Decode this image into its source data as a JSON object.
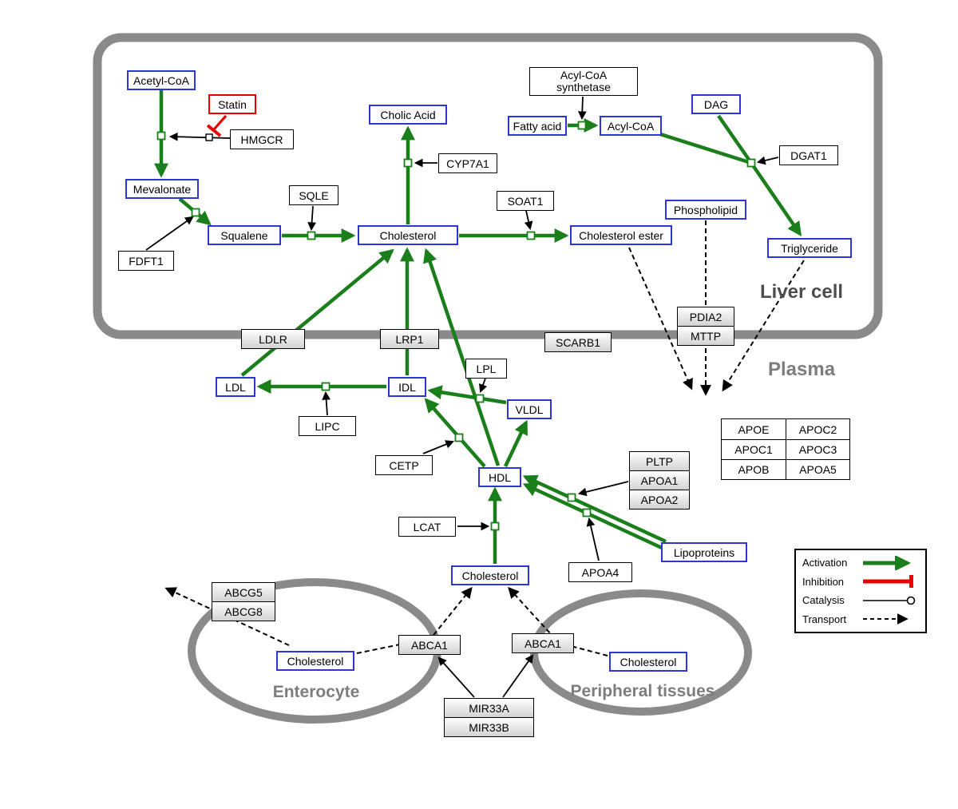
{
  "colors": {
    "activation": "#1a7f1a",
    "inhibition": "#ea0000",
    "metabolite_border": "#2d35d4",
    "membrane": "#8a8a8a"
  },
  "regions": {
    "liver": "Liver cell",
    "plasma": "Plasma",
    "enterocyte": "Enterocyte",
    "peripheral": "Peripheral tissues"
  },
  "nodes": {
    "acetyl_coa": {
      "label": "Acetyl-CoA"
    },
    "statin": {
      "label": "Statin"
    },
    "hmgcr": {
      "label": "HMGCR"
    },
    "mevalonate": {
      "label": "Mevalonate"
    },
    "fdft1": {
      "label": "FDFT1"
    },
    "squalene": {
      "label": "Squalene"
    },
    "sqle": {
      "label": "SQLE"
    },
    "cholesterol_liver": {
      "label": "Cholesterol"
    },
    "cholic_acid": {
      "label": "Cholic Acid"
    },
    "cyp7a1": {
      "label": "CYP7A1"
    },
    "soat1": {
      "label": "SOAT1"
    },
    "cholesterol_ester": {
      "label": "Cholesterol ester"
    },
    "fatty_acid": {
      "label": "Fatty acid"
    },
    "acyl_coa_synthetase": {
      "line1": "Acyl-CoA",
      "line2": "synthetase"
    },
    "acyl_coa": {
      "label": "Acyl-CoA"
    },
    "dag": {
      "label": "DAG"
    },
    "dgat1": {
      "label": "DGAT1"
    },
    "phospholipid": {
      "label": "Phospholipid"
    },
    "triglyceride": {
      "label": "Triglyceride"
    },
    "pdia2": {
      "label": "PDIA2"
    },
    "mttp": {
      "label": "MTTP"
    },
    "ldlr": {
      "label": "LDLR"
    },
    "lrp1": {
      "label": "LRP1"
    },
    "scarb1": {
      "label": "SCARB1"
    },
    "ldl": {
      "label": "LDL"
    },
    "idl": {
      "label": "IDL"
    },
    "lipc": {
      "label": "LIPC"
    },
    "lpl": {
      "label": "LPL"
    },
    "vldl": {
      "label": "VLDL"
    },
    "cetp": {
      "label": "CETP"
    },
    "hdl": {
      "label": "HDL"
    },
    "lcat": {
      "label": "LCAT"
    },
    "pltp": {
      "label": "PLTP"
    },
    "apoa1": {
      "label": "APOA1"
    },
    "apoa2": {
      "label": "APOA2"
    },
    "apoa4": {
      "label": "APOA4"
    },
    "lipoproteins": {
      "label": "Lipoproteins"
    },
    "cholesterol_plasma": {
      "label": "Cholesterol"
    },
    "abcg5": {
      "label": "ABCG5"
    },
    "abcg8": {
      "label": "ABCG8"
    },
    "cholesterol_enterocyte": {
      "label": "Cholesterol"
    },
    "abca1_left": {
      "label": "ABCA1"
    },
    "abca1_right": {
      "label": "ABCA1"
    },
    "cholesterol_peripheral": {
      "label": "Cholesterol"
    },
    "mir33a": {
      "label": "MIR33A"
    },
    "mir33b": {
      "label": "MIR33B"
    }
  },
  "apo_table": {
    "rows": [
      [
        "APOE",
        "APOC2"
      ],
      [
        "APOC1",
        "APOC3"
      ],
      [
        "APOB",
        "APOA5"
      ]
    ]
  },
  "legend": {
    "activation": "Activation",
    "inhibition": "Inhibition",
    "catalysis": "Catalysis",
    "transport": "Transport"
  }
}
